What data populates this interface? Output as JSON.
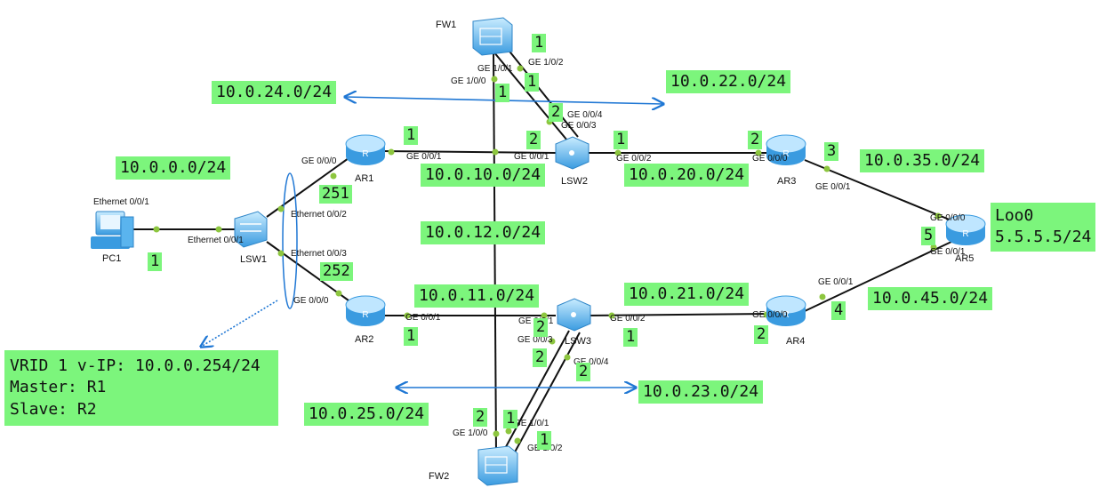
{
  "devices": {
    "fw1": "FW1",
    "fw2": "FW2",
    "lsw1": "LSW1",
    "lsw2": "LSW2",
    "lsw3": "LSW3",
    "ar1": "AR1",
    "ar2": "AR2",
    "ar3": "AR3",
    "ar4": "AR4",
    "ar5": "AR5",
    "pc1": "PC1"
  },
  "networks": {
    "n0": "10.0.0.0/24",
    "n10": "10.0.10.0/24",
    "n11": "10.0.11.0/24",
    "n12": "10.0.12.0/24",
    "n20": "10.0.20.0/24",
    "n21": "10.0.21.0/24",
    "n22": "10.0.22.0/24",
    "n23": "10.0.23.0/24",
    "n24": "10.0.24.0/24",
    "n25": "10.0.25.0/24",
    "n35": "10.0.35.0/24",
    "n45": "10.0.45.0/24"
  },
  "loopback": {
    "line1": "Loo0",
    "line2": "5.5.5.5/24"
  },
  "vrrp": {
    "line1": "VRID 1 v-IP: 10.0.0.254/24",
    "line2": "Master: R1",
    "line3": "Slave: R2"
  },
  "host_ids": {
    "fw1_a": "1",
    "fw1_b": "1",
    "fw1_c": "1",
    "lsw2_fw": "2",
    "ar1_lsw2": "1",
    "lsw2_ar1": "2",
    "lsw2_ar3": "1",
    "ar3_lsw2": "2",
    "ar3_ar5": "3",
    "ar5": "5",
    "ar1_vrrp": "251",
    "ar2_vrrp": "252",
    "pc1": "1",
    "ar2_lsw3": "1",
    "lsw3_ar2": "2",
    "lsw3_ar4": "1",
    "ar4_lsw3": "2",
    "ar4_ar5": "4",
    "lsw3_fw2_a": "2",
    "lsw3_fw2_b": "2",
    "fw2_a": "2",
    "fw2_b": "1",
    "fw2_c": "1"
  },
  "ports": {
    "fw1_g101": "GE 1/0/1",
    "fw1_g102": "GE 1/0/2",
    "fw1_g100": "GE 1/0/0",
    "lsw2_g004": "GE 0/0/4",
    "lsw2_g003": "GE 0/0/3",
    "lsw2_g001": "GE 0/0/1",
    "lsw2_g002": "GE 0/0/2",
    "ar1_g000": "GE 0/0/0",
    "ar1_g001": "GE 0/0/1",
    "ar3_g000": "GE 0/0/0",
    "ar3_g001": "GE 0/0/1",
    "ar5_g000": "GE 0/0/0",
    "ar5_g001": "GE 0/0/1",
    "pc1_eth": "Ethernet 0/0/1",
    "lsw1_e001": "Ethernet 0/0/1",
    "lsw1_e002": "Ethernet 0/0/2",
    "lsw1_e003": "Ethernet 0/0/3",
    "ar2_g000": "GE 0/0/0",
    "ar2_g001": "GE 0/0/1",
    "lsw3_g001": "GE 0/0/1",
    "lsw3_g002": "GE 0/0/2",
    "lsw3_g003": "GE 0/0/3",
    "lsw3_g004": "GE 0/0/4",
    "ar4_g000": "GE 0/0/0",
    "ar4_g001": "GE 0/0/1",
    "fw2_g100": "GE 1/0/0",
    "fw2_g101": "GE 1/0/1",
    "fw2_g102": "GE 1/0/2"
  },
  "colors": {
    "label_bg": "#7cf57c",
    "arrow": "#1f77d4",
    "link": "#111111",
    "port_dot": "#8dc63f",
    "device": "#4aa8e8"
  }
}
